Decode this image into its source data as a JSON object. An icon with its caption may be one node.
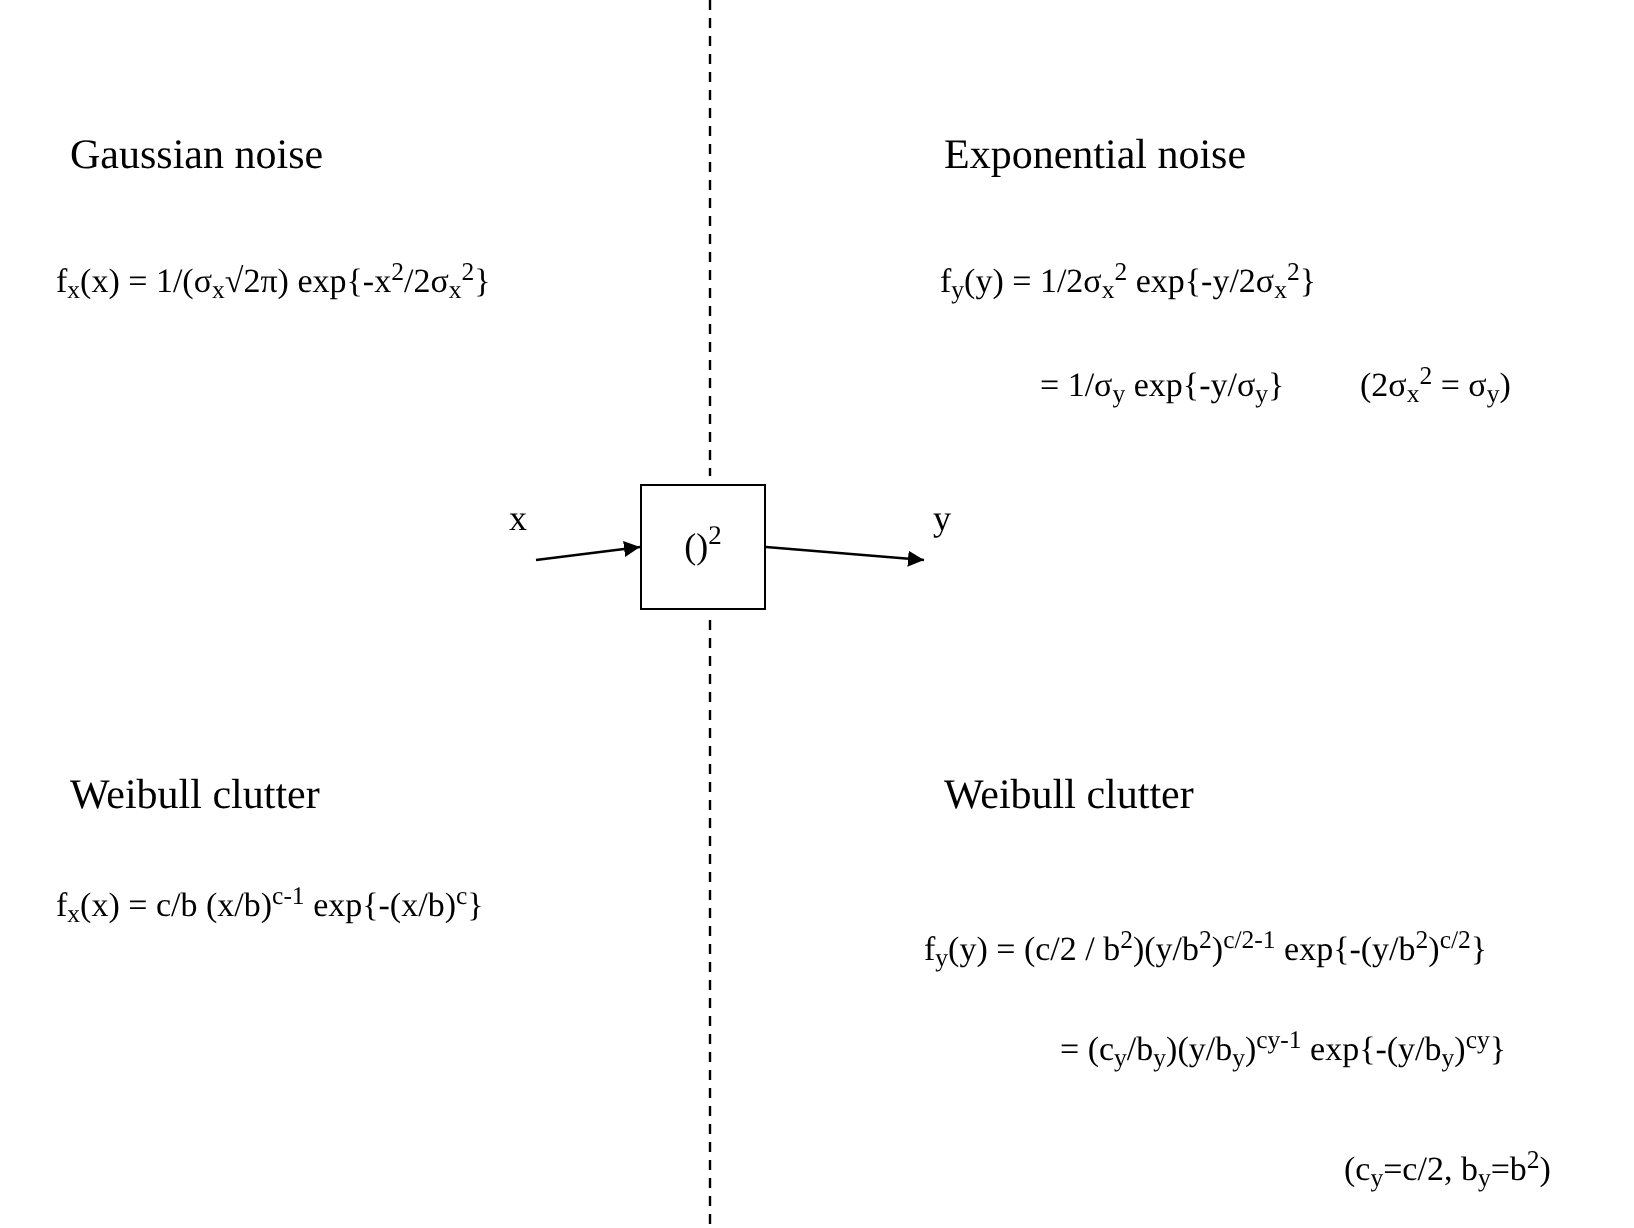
{
  "diagram": {
    "nodes": [
      {
        "text": [
          "x"
        ]
      },
      {
        "text": [
          "()$^{2}$"
        ]
      },
      {
        "text": [
          "y"
        ]
      }
    ],
    "edges": [
      {
        "from": 0,
        "to": 1,
        "arrow": "to"
      },
      {
        "from": 1,
        "to": 2,
        "arrow": "to"
      }
    ],
    "labels": [
      "Gaussian noise",
      "Exponential noise",
      "f$_{x}$(x) = 1/(σ$_{x}$√2π) exp{-x$^{2}$/2σ$_{x}$$^{2}$}",
      "f$_{y}$(y) = 1/2σ$_{x}$$^{2}$ exp{-y/2σ$_{x}$$^{2}$}",
      "= 1/σ$_{y}$ exp{-y/σ$_{y}$}",
      "(2σ$_{x}$$^{2}$ = σ$_{y}$)",
      "Weibull clutter",
      "Weibull clutter",
      "f$_{x}$(x) = c/b (x/b)$^{c-1}$ exp{-(x/b)$^{c}$}",
      "f$_{y}$(y) = (c/2 / b$^{2}$)(y/b$^{2}$)$^{c/2-1}$ exp{-(y/b$^{2}$)$^{c/2}$}",
      "= (c$_{y}$/b$_{y}$)(y/b$_{y}$)$^{cy-1}$ exp{-(y/b$_{y}$)$^{cy}$}",
      "(c$_{y}$=c/2, b$_{y}$=b$^{2}$)"
    ]
  }
}
